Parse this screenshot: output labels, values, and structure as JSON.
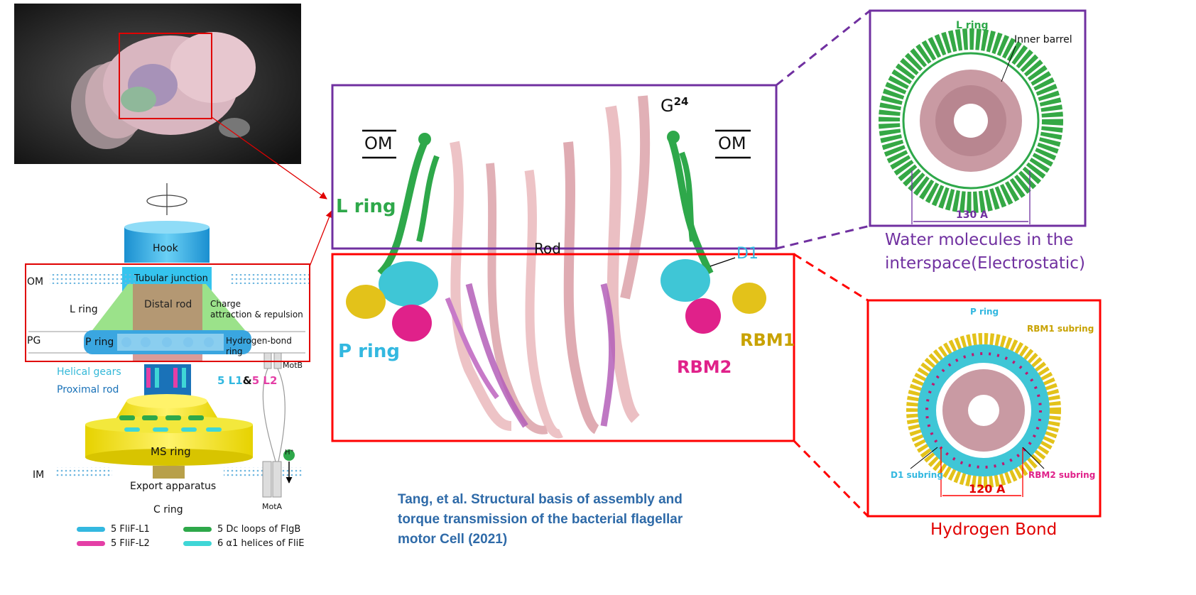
{
  "left_panel": {
    "labels": {
      "hook": "Hook",
      "tubular_junction": "Tubular junction",
      "om": "OM",
      "l_ring": "L ring",
      "distal_rod": "Distal rod",
      "charge": "Charge",
      "charge2": "attraction & repulsion",
      "pg": "PG",
      "p_ring": "P ring",
      "hbond": "Hydrogen-bond",
      "hbond2": "ring",
      "helical_gears": "Helical gears",
      "proximal_rod": "Proximal rod",
      "l1": "5 L1",
      "amp": "&",
      "l2": "5 L2",
      "motb": "MotB",
      "ms_ring": "MS ring",
      "im": "IM",
      "export": "Export apparatus",
      "c_ring": "C ring",
      "mota": "MotA",
      "h_plus": "H⁺"
    },
    "legend": [
      {
        "label": "5 FliF-L1",
        "color": "#33b8e0"
      },
      {
        "label": "5 Dc loops of FlgB",
        "color": "#2ea84a"
      },
      {
        "label": "5 FliF-L2",
        "color": "#e43fa6"
      },
      {
        "label": "6 α1 helices of FliE",
        "color": "#3fd6d6"
      }
    ]
  },
  "center_panel": {
    "om_left": "OM",
    "om_right": "OM",
    "g24": "G",
    "g24_sup": "24",
    "l_ring": "L ring",
    "rod": "Rod",
    "d1": "D1",
    "p_ring": "P ring",
    "rbm1": "RBM1",
    "rbm2": "RBM2"
  },
  "top_right": {
    "l_ring": "L ring",
    "inner_barrel": "Inner barrel",
    "dimension": "130 A",
    "caption1": "Water molecules in the",
    "caption2": "interspace(Electrostatic)"
  },
  "bottom_right": {
    "p_ring": "P ring",
    "rbm1": "RBM1 subring",
    "d1": "D1 subring",
    "rbm2": "RBM2 subring",
    "dimension": "120 A",
    "caption": "Hydrogen Bond"
  },
  "citation": {
    "line1": "Tang, et al. Structural basis of assembly and",
    "line2": "torque transmission of the bacterial flagellar",
    "line3": "motor Cell (2021)"
  },
  "colors": {
    "purple": "#7030a0",
    "red": "#ff0000",
    "green": "#2ea84a",
    "cyan": "#33b8e0",
    "magenta": "#e0218a",
    "gold": "#d9b400",
    "pink": "#e8b4b8",
    "caption_blue": "#2e6aa8"
  }
}
